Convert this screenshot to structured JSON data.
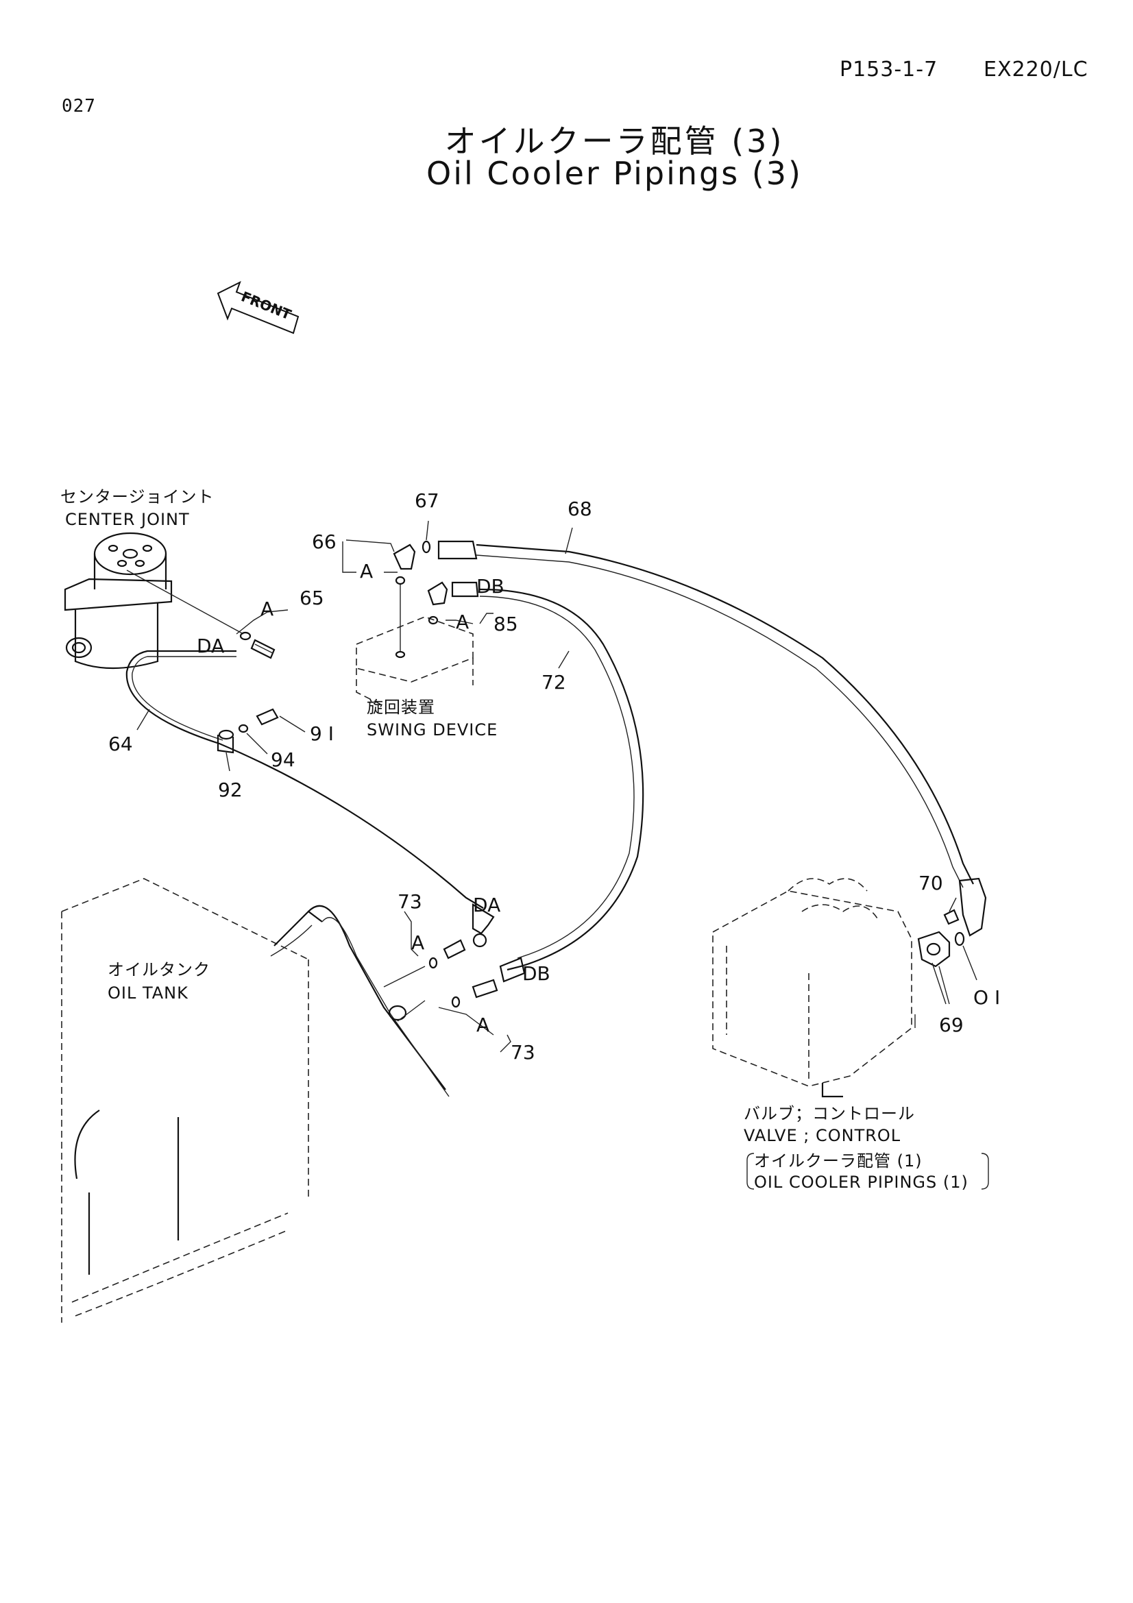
{
  "header": {
    "page_number": "027",
    "ref_code": "P153-1-7",
    "model": "EX220/LC"
  },
  "title": {
    "japanese": "オイルクーラ配管 (3)",
    "english": "Oil Cooler Pipings (3)"
  },
  "front_marker": "FRONT",
  "components": {
    "center_joint_ja": "センタージョイント",
    "center_joint_en": "CENTER JOINT",
    "swing_device_ja": "旋回装置",
    "swing_device_en": "SWING DEVICE",
    "oil_tank_ja": "オイルタンク",
    "oil_tank_en": "OIL TANK",
    "control_valve_ja": "バルブ；コントロール",
    "control_valve_en": "VALVE ; CONTROL",
    "ref_ja": "オイルクーラ配管 (1)",
    "ref_en": "OIL COOLER PIPINGS (1)"
  },
  "connection_codes": {
    "da": "DA",
    "db": "DB",
    "a": "A"
  },
  "part_numbers": {
    "p64": "64",
    "p65": "65",
    "p66": "66",
    "p67": "67",
    "p68": "68",
    "p69": "69",
    "p70": "70",
    "p71": "O I",
    "p72": "72",
    "p73": "73",
    "p85": "85",
    "p91": "9 I",
    "p92": "92",
    "p94": "94"
  }
}
